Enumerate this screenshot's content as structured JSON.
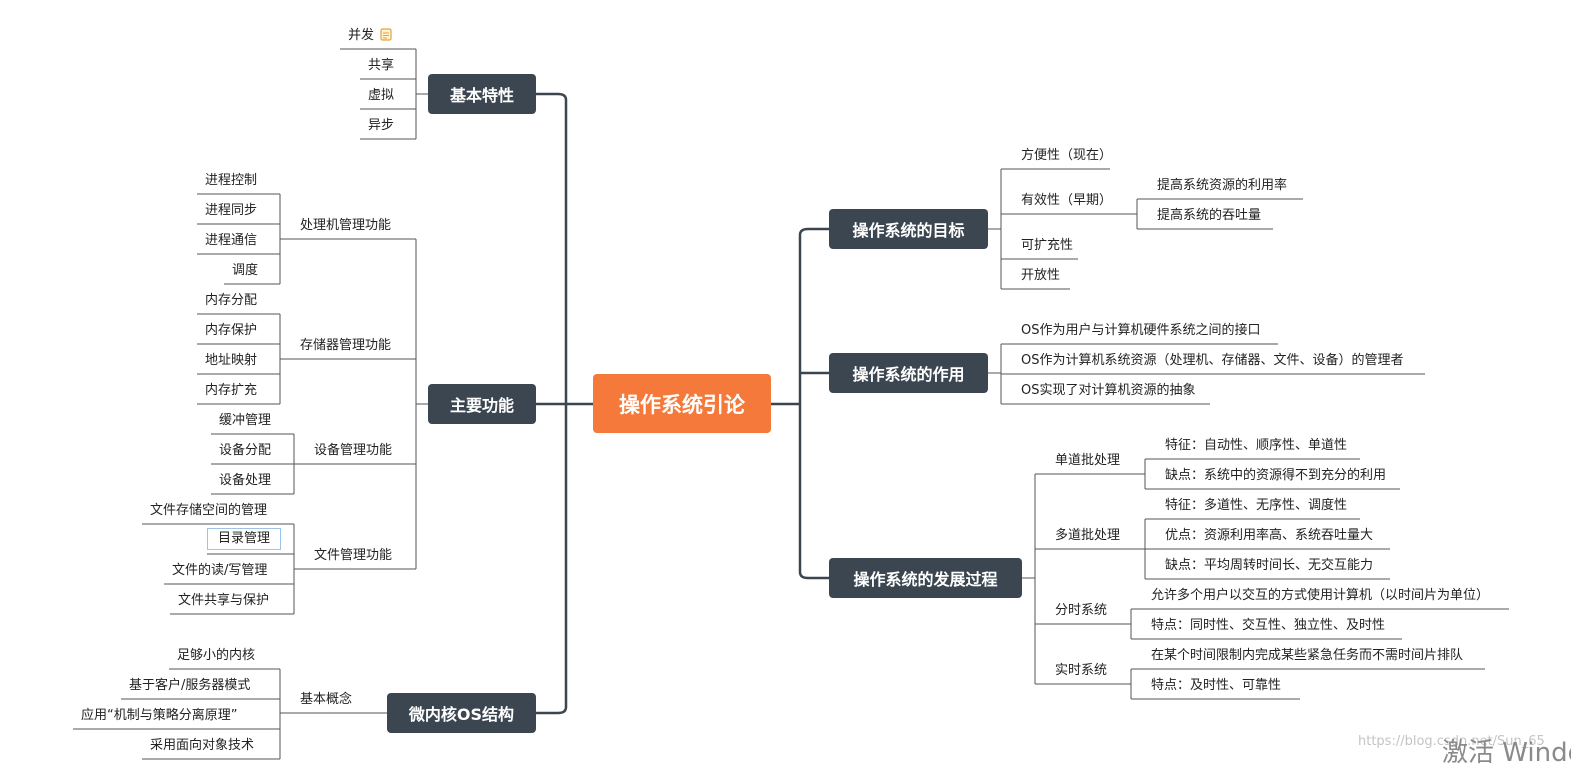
{
  "root": {
    "label": "操作系统引论"
  },
  "left": {
    "basic_features": {
      "label": "基本特性",
      "items": [
        "并发",
        "共享",
        "虚拟",
        "异步"
      ]
    },
    "main_functions": {
      "label": "主要功能",
      "processor": {
        "label": "处理机管理功能",
        "items": [
          "进程控制",
          "进程同步",
          "进程通信",
          "调度"
        ]
      },
      "memory": {
        "label": "存储器管理功能",
        "items": [
          "内存分配",
          "内存保护",
          "地址映射",
          "内存扩充"
        ]
      },
      "device": {
        "label": "设备管理功能",
        "items": [
          "缓冲管理",
          "设备分配",
          "设备处理"
        ]
      },
      "file": {
        "label": "文件管理功能",
        "items": [
          "文件存储空间的管理",
          "目录管理",
          "文件的读/写管理",
          "文件共享与保护"
        ]
      }
    },
    "microkernel": {
      "label": "微内核OS结构",
      "basic": {
        "label": "基本概念",
        "items": [
          "足够小的内核",
          "基于客户/服务器模式",
          "应用“机制与策略分离原理”",
          "采用面向对象技术"
        ]
      }
    }
  },
  "right": {
    "goals": {
      "label": "操作系统的目标",
      "items": [
        "方便性（现在）",
        "有效性（早期）",
        "可扩充性",
        "开放性"
      ],
      "effectiveness_children": [
        "提高系统资源的利用率",
        "提高系统的吞吐量"
      ]
    },
    "roles": {
      "label": "操作系统的作用",
      "items": [
        "OS作为用户与计算机硬件系统之间的接口",
        "OS作为计算机系统资源（处理机、存储器、文件、设备）的管理者",
        "OS实现了对计算机资源的抽象"
      ]
    },
    "development": {
      "label": "操作系统的发展过程",
      "single_batch": {
        "label": "单道批处理",
        "items": [
          "特征：自动性、顺序性、单道性",
          "缺点：系统中的资源得不到充分的利用"
        ]
      },
      "multi_batch": {
        "label": "多道批处理",
        "items": [
          "特征：多道性、无序性、调度性",
          "优点：资源利用率高、系统吞吐量大",
          "缺点：平均周转时间长、无交互能力"
        ]
      },
      "time_sharing": {
        "label": "分时系统",
        "items": [
          "允许多个用户以交互的方式使用计算机（以时间片为单位）",
          "特点：同时性、交互性、独立性、及时性"
        ]
      },
      "real_time": {
        "label": "实时系统",
        "items": [
          "在某个时间限制内完成某些紧急任务而不需时间片排队",
          "特点：及时性、可靠性"
        ]
      }
    }
  },
  "watermark": "https://blog.csdn.net/Sun_65",
  "activate_text": "激活 Windo",
  "colors": {
    "root": "#f4793a",
    "main": "#3b4651",
    "line": "#3b4651",
    "thin_line": "#555555"
  }
}
